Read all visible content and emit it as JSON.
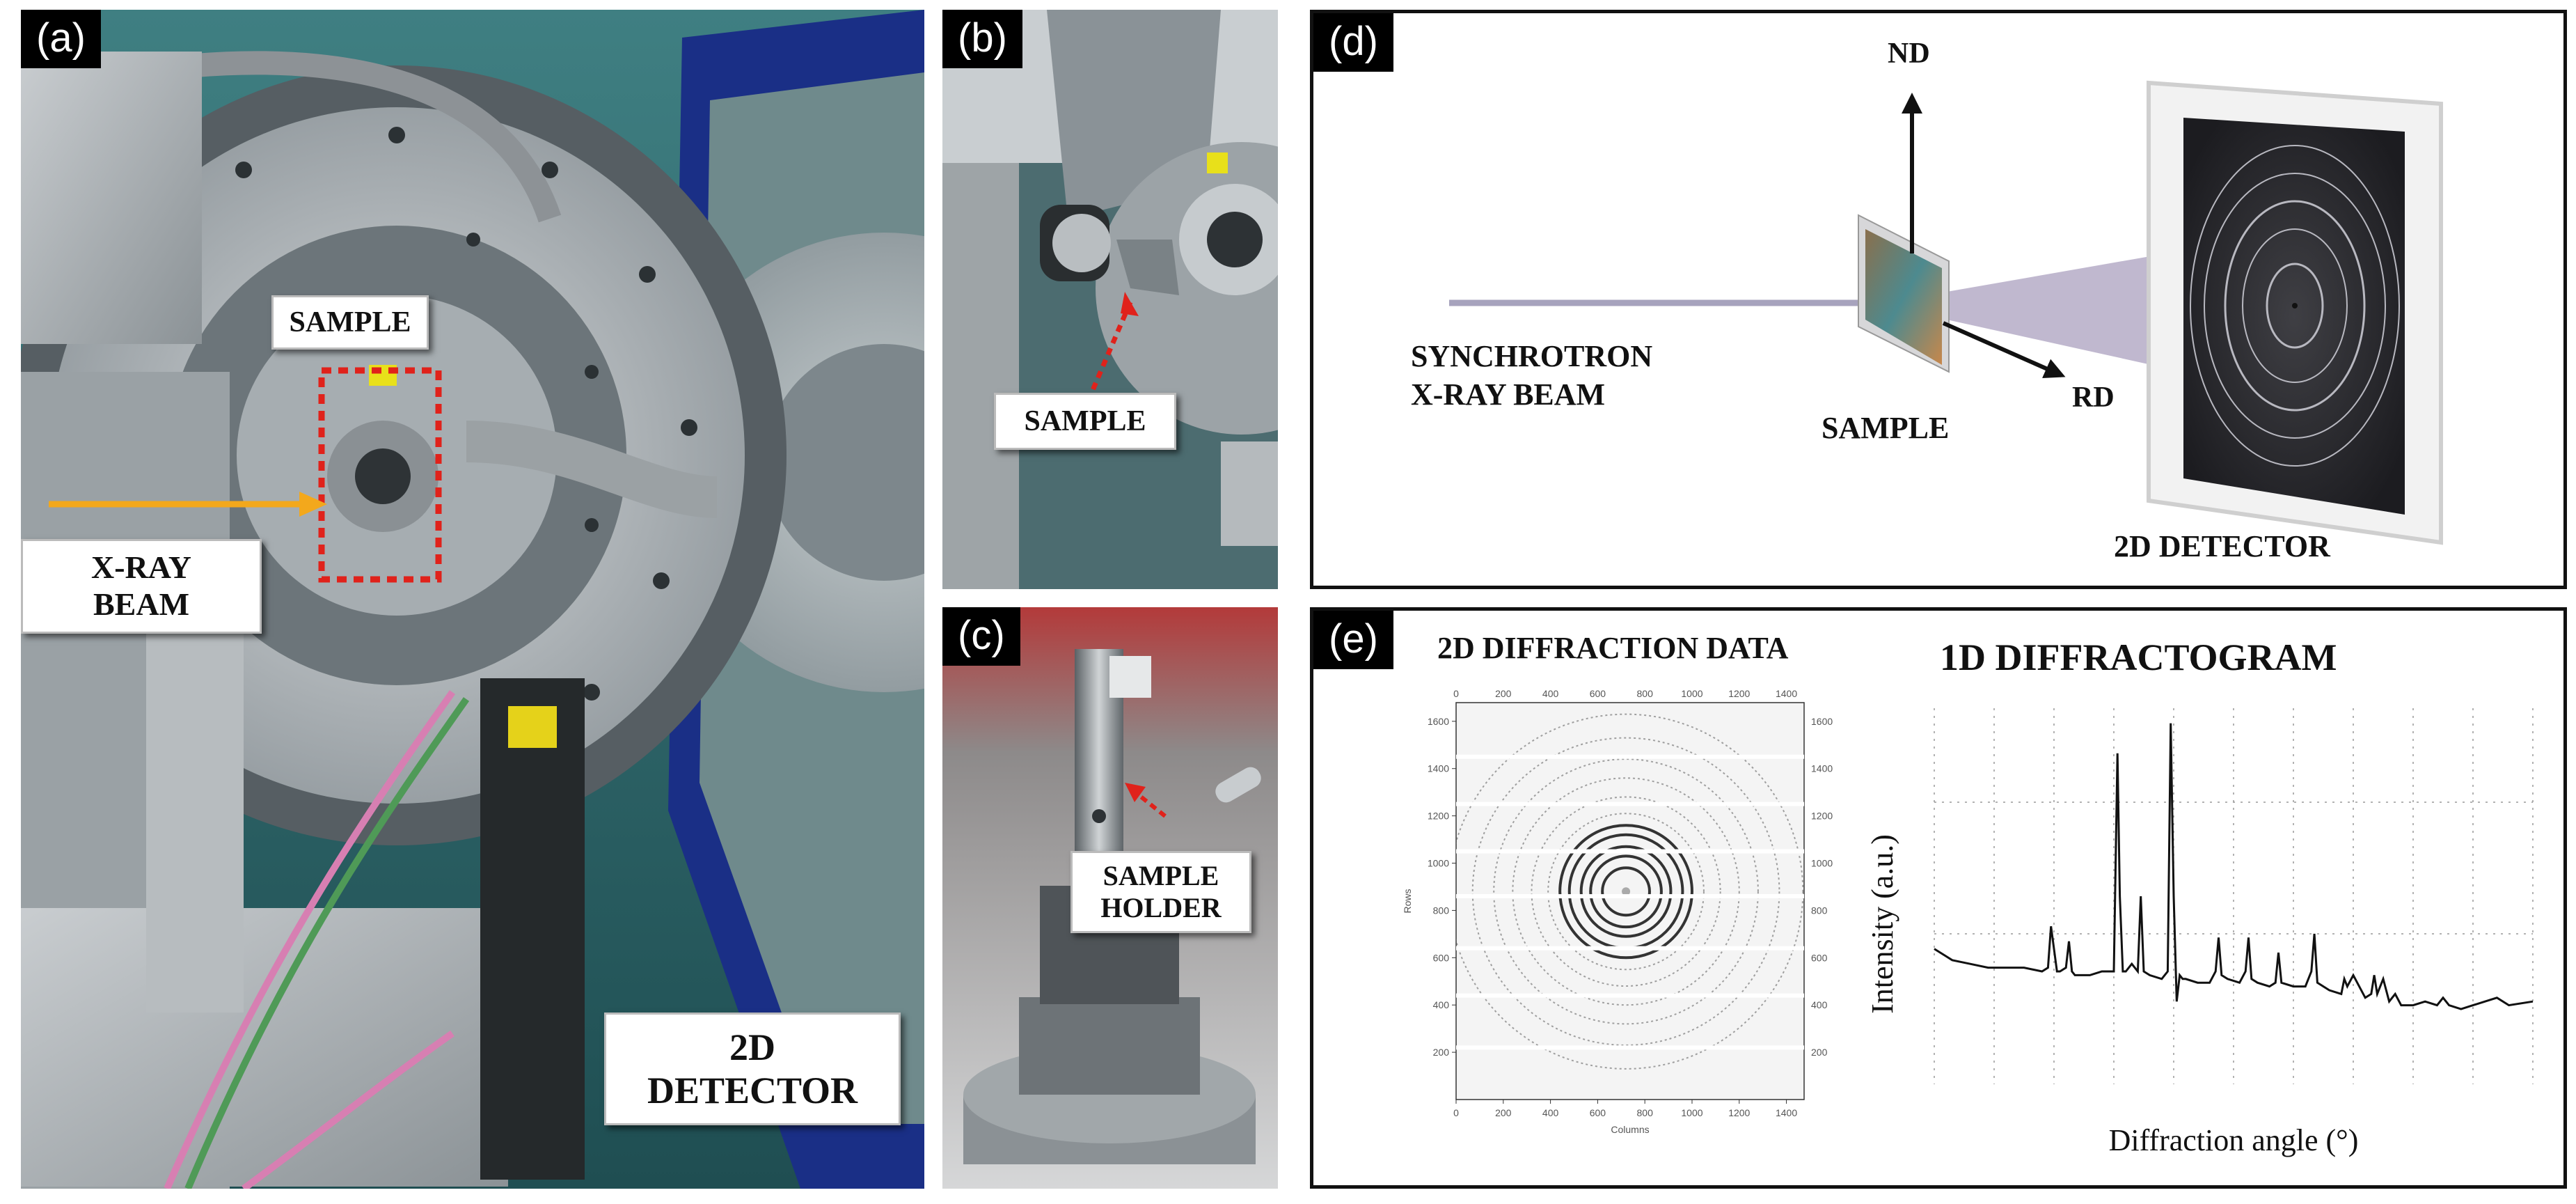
{
  "panels": {
    "a": {
      "tag": "(a)",
      "labels": {
        "sample": "SAMPLE",
        "xray_beam": "X-RAY\nBEAM",
        "detector": "2D\nDETECTOR"
      }
    },
    "b": {
      "tag": "(b)",
      "labels": {
        "sample": "SAMPLE"
      }
    },
    "c": {
      "tag": "(c)",
      "labels": {
        "sample_holder": "SAMPLE\nHOLDER"
      }
    },
    "d": {
      "tag": "(d)",
      "labels": {
        "nd": "ND",
        "rd": "RD",
        "beam": "SYNCHROTRON\nX-RAY BEAM",
        "sample": "SAMPLE",
        "detector": "2D DETECTOR"
      }
    },
    "e": {
      "tag": "(e)",
      "title_2d": "2D DIFFRACTION DATA",
      "title_1d": "1D DIFFRACTOGRAM",
      "ylabel_2d": "Rows",
      "xlabel_2d": "Columns",
      "ylabel_1d": "Intensity (a.u.)",
      "xlabel_1d": "Diffraction angle (°)"
    }
  },
  "chart_data": [
    {
      "type": "heatmap",
      "title": "2D DIFFRACTION DATA",
      "xlabel": "Columns",
      "ylabel": "Rows",
      "x_ticks": [
        "0",
        "200",
        "400",
        "600",
        "800",
        "1000",
        "1200",
        "1400"
      ],
      "y_ticks": [
        "200",
        "400",
        "600",
        "800",
        "1000",
        "1200",
        "1400",
        "1600"
      ],
      "xlim": [
        0,
        1475
      ],
      "ylim": [
        0,
        1679
      ],
      "ring_center": [
        720,
        880
      ],
      "ring_radii": [
        100,
        150,
        190,
        240,
        280,
        330,
        400,
        480,
        560,
        650,
        750
      ]
    },
    {
      "type": "line",
      "title": "1D DIFFRACTOGRAM",
      "xlabel": "Diffraction angle (°)",
      "ylabel": "Intensity (a.u.)",
      "grid": true,
      "xlim": [
        0,
        100
      ],
      "ylim": [
        0,
        100
      ],
      "x": [
        0,
        3,
        6,
        9,
        12,
        15,
        18,
        19,
        19.5,
        20,
        20.5,
        21,
        22,
        22.5,
        23,
        23.5,
        24,
        26,
        28,
        30,
        30.6,
        31,
        31.5,
        32,
        33,
        34,
        34.5,
        35,
        36,
        38,
        39,
        39.5,
        40,
        40.5,
        41,
        41.5,
        42,
        44,
        46,
        47,
        47.5,
        48,
        49,
        51,
        52,
        52.5,
        53,
        54,
        56,
        57,
        57.5,
        58,
        60,
        62,
        63,
        63.5,
        64,
        66,
        68,
        68.5,
        69,
        70,
        72,
        73,
        73.5,
        74,
        75,
        76,
        77,
        78,
        80,
        82,
        84,
        85,
        86,
        88,
        90,
        92,
        94,
        96,
        100
      ],
      "y": [
        36,
        33,
        32,
        31,
        31,
        31,
        30,
        31,
        42,
        36,
        30,
        30,
        31,
        38,
        30,
        29,
        29,
        29,
        30,
        30,
        88,
        50,
        30,
        30,
        32,
        30,
        50,
        30,
        29,
        28,
        30,
        96,
        50,
        22,
        29,
        28,
        28,
        27,
        27,
        30,
        39,
        29,
        28,
        27,
        30,
        39,
        28,
        27,
        26,
        27,
        35,
        27,
        26,
        26,
        30,
        40,
        27,
        25,
        24,
        28,
        26,
        29,
        23,
        24,
        29,
        24,
        28,
        22,
        24,
        21,
        21,
        22,
        21,
        23,
        21,
        20,
        21,
        22,
        23,
        21,
        22
      ]
    }
  ]
}
